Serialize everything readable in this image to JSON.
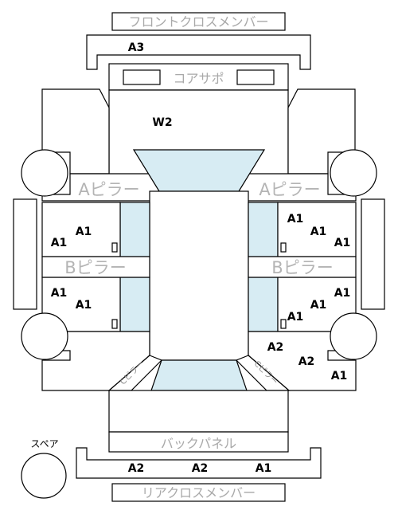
{
  "parts": {
    "front_cross_member": "フロントクロスメンバー",
    "core_support": "コアサポ",
    "a_pillar_left": "Aピラー",
    "a_pillar_right": "Aピラー",
    "b_pillar_left": "Bピラー",
    "b_pillar_right": "Bピラー",
    "c_pillar_left": "Cピラー",
    "c_pillar_right": "Cピラー",
    "back_panel": "バックパネル",
    "rear_cross_member": "リアクロスメンバー",
    "spare": "スペア"
  },
  "grades": {
    "front_cross_member": "A3",
    "core_support_area": "W2",
    "front_left_door_upper_1": "A1",
    "front_left_door_upper_2": "A1",
    "rear_left_door_1": "A1",
    "rear_left_door_2": "A1",
    "front_right_door_1": "A1",
    "front_right_door_2": "A1",
    "front_right_door_3": "A1",
    "rear_right_door_1": "A1",
    "rear_right_door_2": "A1",
    "rear_right_door_3": "A1",
    "rear_right_quarter_1": "A2",
    "rear_right_quarter_2": "A2",
    "rear_right_quarter_3": "A1",
    "rear_cross_member_1": "A2",
    "rear_cross_member_2": "A2",
    "rear_cross_member_3": "A1"
  },
  "colors": {
    "glass": "#d7ecf3",
    "line": "#000000",
    "part_label": "#a9a9a9"
  }
}
